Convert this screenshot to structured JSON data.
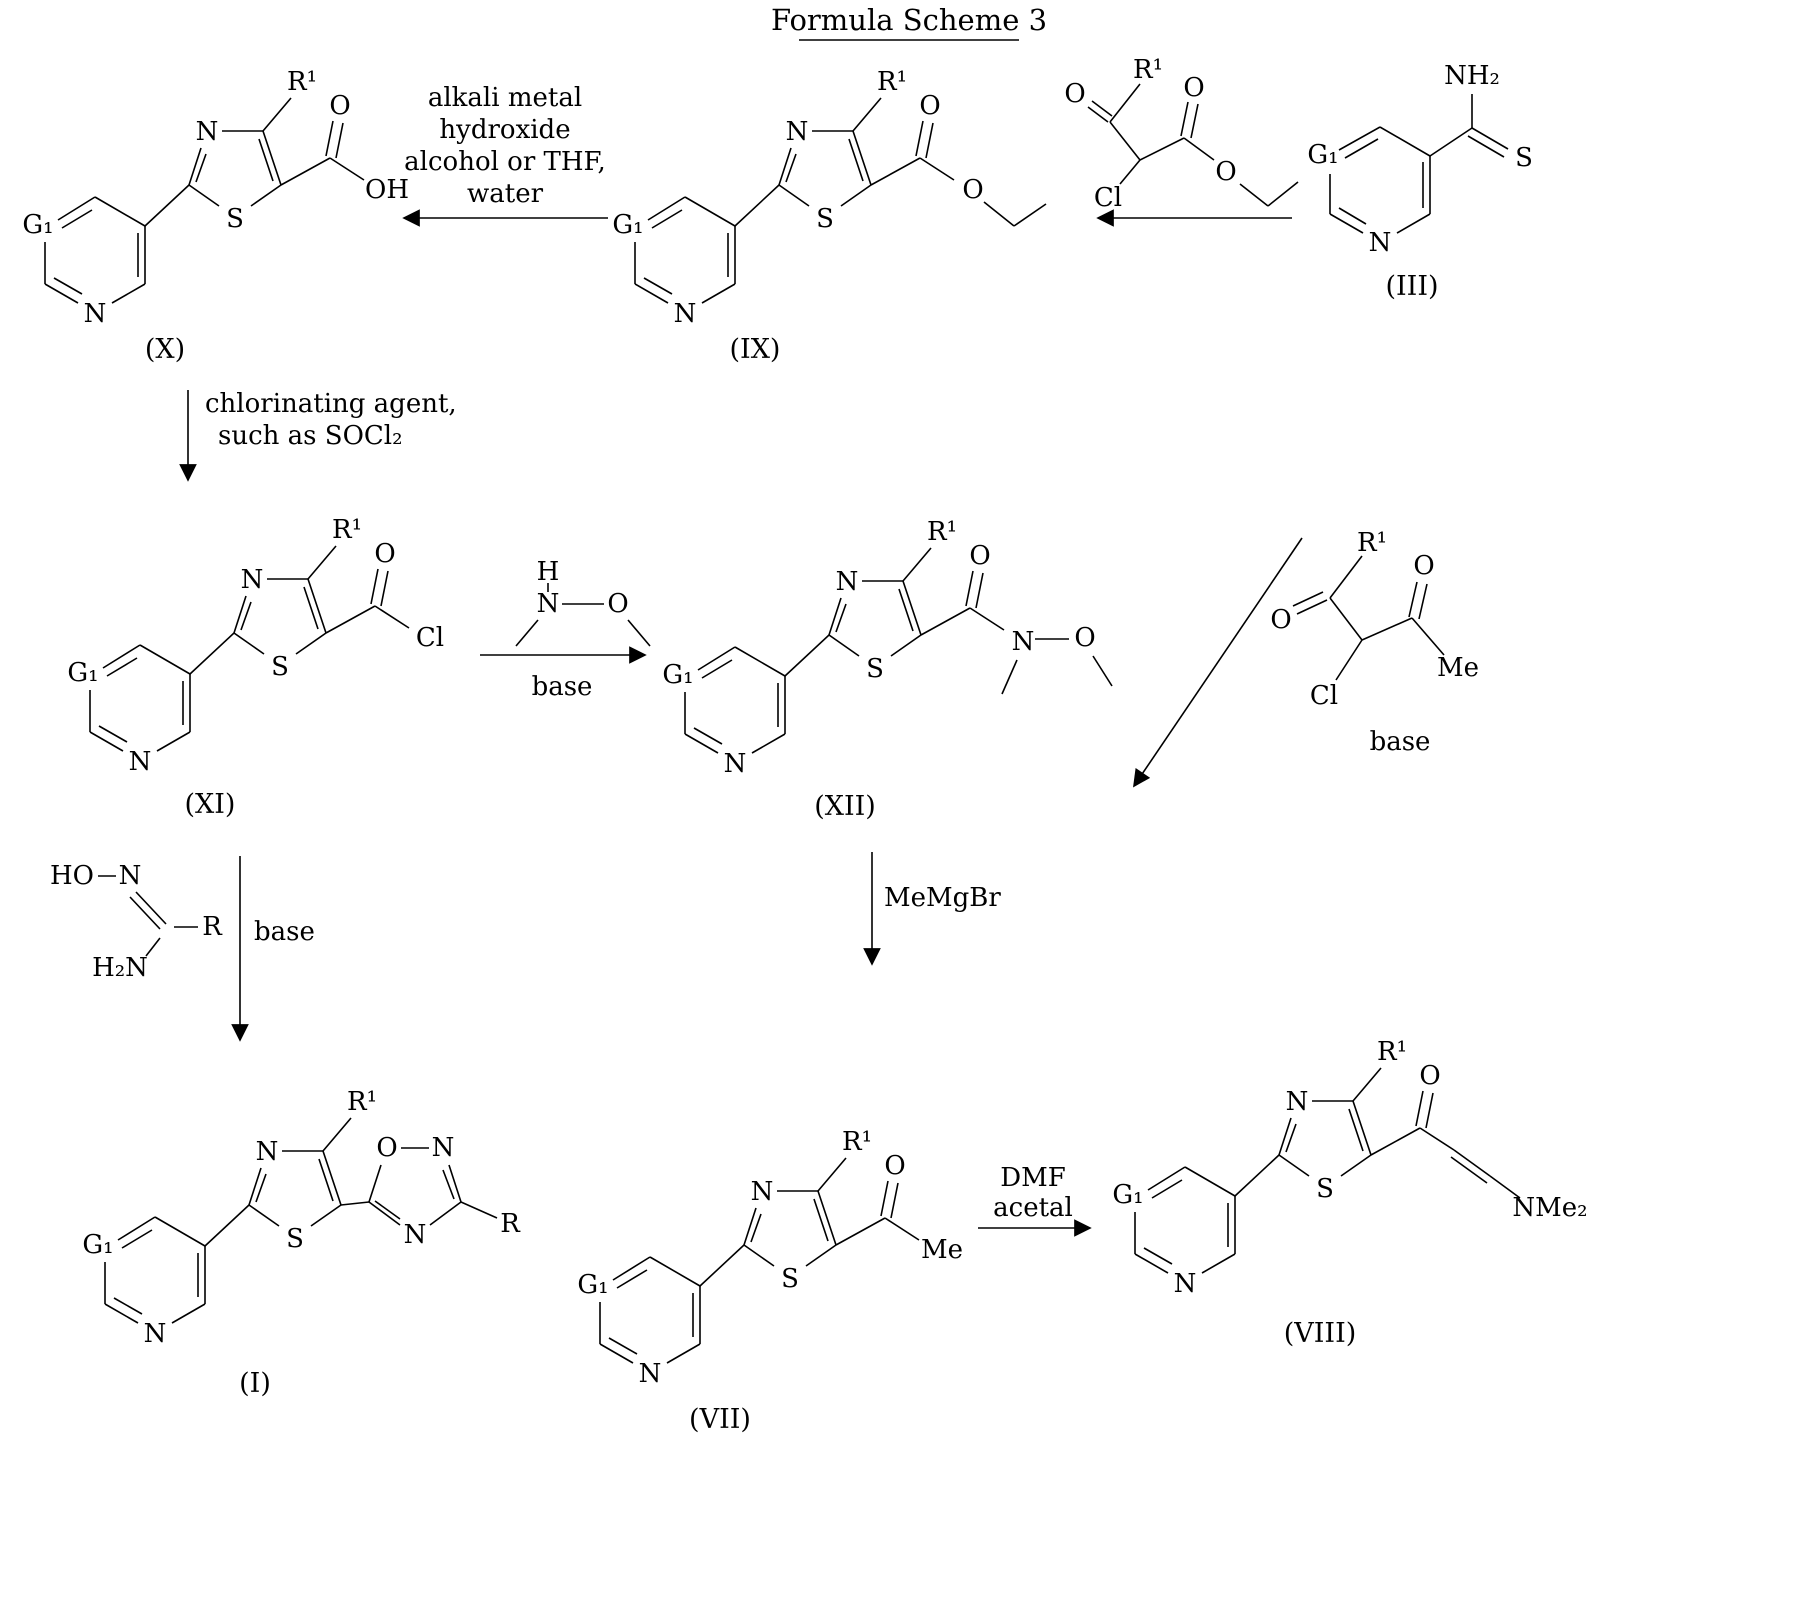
{
  "title": "Formula Scheme 3",
  "atoms": {
    "R1": "R¹",
    "G1": "G₁",
    "N": "N",
    "S": "S",
    "O": "O",
    "OH": "OH",
    "Cl": "Cl",
    "Me": "Me",
    "NMe2": "NMe₂",
    "NH2": "NH₂",
    "H2N": "H₂N",
    "HO": "HO",
    "H": "H",
    "R": "R"
  },
  "compounds": {
    "X": "(X)",
    "IX": "(IX)",
    "III": "(III)",
    "XI": "(XI)",
    "XII": "(XII)",
    "I": "(I)",
    "VII": "(VII)",
    "VIII": "(VIII)"
  },
  "reagents": {
    "hydrolysis": [
      "alkali metal",
      "hydroxide",
      "alcohol or THF,",
      "water"
    ],
    "chlorination": [
      "chlorinating agent,",
      "such as SOCl₂"
    ],
    "base": "base",
    "memgbr": "MeMgBr",
    "dmf": [
      "DMF",
      "acetal"
    ]
  }
}
